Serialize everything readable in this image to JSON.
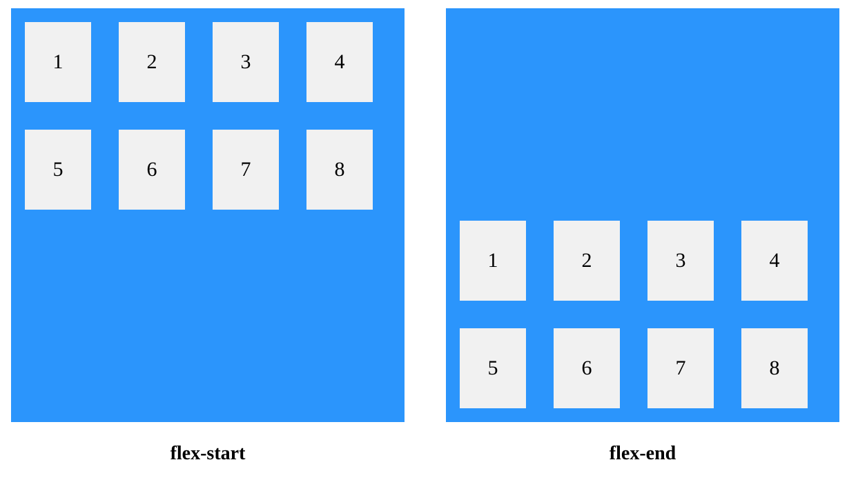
{
  "colors": {
    "container": "#2b95fc",
    "item": "#f1f1f1",
    "background": "#ffffff",
    "text": "#000000"
  },
  "panels": [
    {
      "caption": "flex-start",
      "items": [
        "1",
        "2",
        "3",
        "4",
        "5",
        "6",
        "7",
        "8"
      ]
    },
    {
      "caption": "flex-end",
      "items": [
        "1",
        "2",
        "3",
        "4",
        "5",
        "6",
        "7",
        "8"
      ]
    }
  ]
}
